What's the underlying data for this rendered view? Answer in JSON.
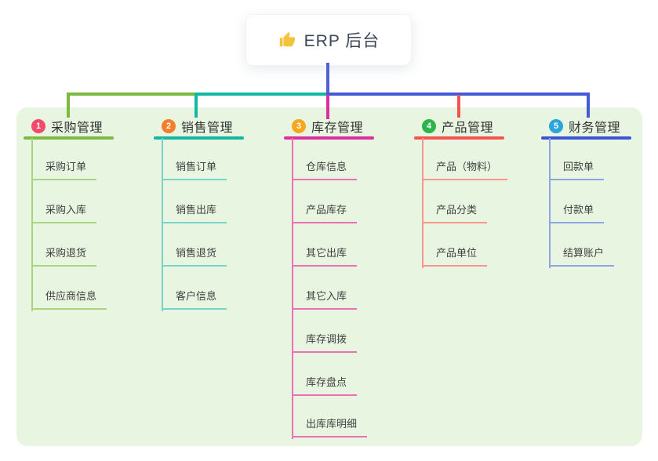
{
  "root": {
    "title": "ERP 后台",
    "icon": "thumbs-up",
    "icon_color": "#f5c33b"
  },
  "panel": {
    "background": "#e8f6e1"
  },
  "theme": {
    "root_text": "#3c4656",
    "header_text": "#333333",
    "node_text": "#3f3f3f"
  },
  "connectors": {
    "trunk_color": "#5260d6",
    "right_color": "#445bd8"
  },
  "columns": [
    {
      "num": "1",
      "label": "采购管理",
      "badge_color": "#f4496b",
      "line_color": "#7cbb43",
      "item_line_color": "#a9d57f",
      "items": [
        "采购订单",
        "采购入库",
        "采购退货",
        "供应商信息"
      ]
    },
    {
      "num": "2",
      "label": "销售管理",
      "badge_color": "#f57e2c",
      "line_color": "#12b8a4",
      "item_line_color": "#7bd3c7",
      "items": [
        "销售订单",
        "销售出库",
        "销售退货",
        "客户信息"
      ]
    },
    {
      "num": "3",
      "label": "库存管理",
      "badge_color": "#f9a81d",
      "line_color": "#da2f9c",
      "item_line_color": "#ef6fb6",
      "items": [
        "仓库信息",
        "产品库存",
        "其它出库",
        "其它入库",
        "库存调拨",
        "库存盘点",
        "出库库明细"
      ]
    },
    {
      "num": "4",
      "label": "产品管理",
      "badge_color": "#2cb34a",
      "line_color": "#f4544f",
      "item_line_color": "#f8968f",
      "items": [
        "产品（物料）",
        "产品分类",
        "产品单位"
      ]
    },
    {
      "num": "5",
      "label": "财务管理",
      "badge_color": "#2ca4dc",
      "line_color": "#3b55d4",
      "item_line_color": "#90a4e4",
      "items": [
        "回款单",
        "付款单",
        "结算账户"
      ]
    }
  ]
}
